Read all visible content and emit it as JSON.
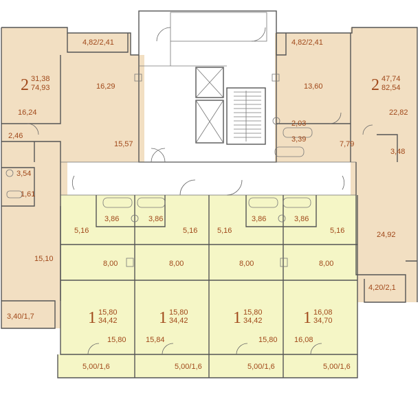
{
  "colors": {
    "beige": "#f2dfc2",
    "yellow": "#f5f6c6",
    "wall": "#555555",
    "label": "#a0481a"
  },
  "apartments": {
    "left_2room": {
      "rooms": "2",
      "living": "31,38",
      "total": "74,93"
    },
    "right_2room": {
      "rooms": "2",
      "living": "47,74",
      "total": "82,54"
    },
    "studio_1": {
      "rooms": "1",
      "living": "15,80",
      "total": "34,42"
    },
    "studio_2": {
      "rooms": "1",
      "living": "15,80",
      "total": "34,42"
    },
    "studio_3": {
      "rooms": "1",
      "living": "15,80",
      "total": "34,42"
    },
    "studio_4": {
      "rooms": "1",
      "living": "16,08",
      "total": "34,70"
    }
  },
  "areas": {
    "a_482_241_left": "4,82/2,41",
    "a_482_241_right": "4,82/2,41",
    "a_1629": "16,29",
    "a_1624": "16,24",
    "a_246": "2,46",
    "a_1557": "15,57",
    "a_354": "3,54",
    "a_161": "1,61",
    "a_1510": "15,10",
    "a_340_17": "3,40/1,7",
    "a_1360": "13,60",
    "a_2282": "22,82",
    "a_203": "2,03",
    "a_339": "3,39",
    "a_779": "7,79",
    "a_348": "3,48",
    "a_2492": "24,92",
    "a_420_21": "4,20/2,1",
    "a_386_1": "3,86",
    "a_386_2": "3,86",
    "a_386_3": "3,86",
    "a_386_4": "3,86",
    "a_516_1": "5,16",
    "a_516_2": "5,16",
    "a_516_3": "5,16",
    "a_516_4": "5,16",
    "a_800_1": "8,00",
    "a_800_2": "8,00",
    "a_800_3": "8,00",
    "a_800_4": "8,00",
    "a_1580_1": "15,80",
    "a_1584": "15,84",
    "a_1580_2": "15,80",
    "a_1608": "16,08",
    "a_500_16_1": "5,00/1,6",
    "a_500_16_2": "5,00/1,6",
    "a_500_16_3": "5,00/1,6",
    "a_500_16_4": "5,00/1,6"
  }
}
